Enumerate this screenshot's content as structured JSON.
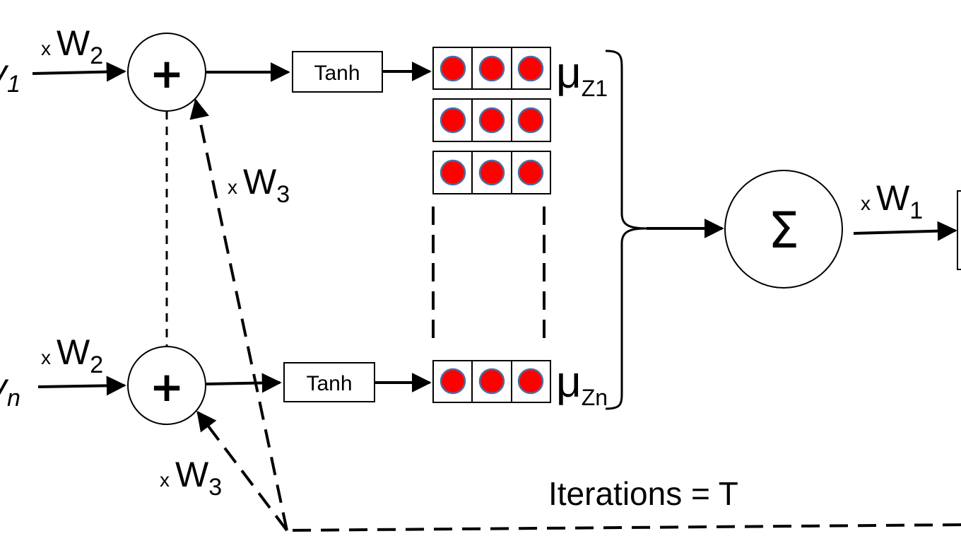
{
  "inputs": {
    "top": {
      "base": "v",
      "sub": "1"
    },
    "bottom": {
      "base": "v",
      "sub": "n"
    }
  },
  "weights": {
    "w2": {
      "prefix": "x",
      "base": "W",
      "sub": "2"
    },
    "w3": {
      "prefix": "x",
      "base": "W",
      "sub": "3"
    },
    "w1": {
      "prefix": "x",
      "base": "W",
      "sub": "1"
    }
  },
  "nodes": {
    "plus_symbol": "+",
    "sum_symbol": "Σ"
  },
  "activation": {
    "label": "Tanh"
  },
  "embeddings": {
    "top": {
      "base": "μ",
      "sub": "Z1"
    },
    "bottom": {
      "base": "μ",
      "sub": "Zn"
    }
  },
  "loop": {
    "label": "Iterations = T"
  },
  "colors": {
    "dot_fill": "#ff0000",
    "dot_stroke": "#4a6fa5",
    "stroke": "#000000"
  }
}
